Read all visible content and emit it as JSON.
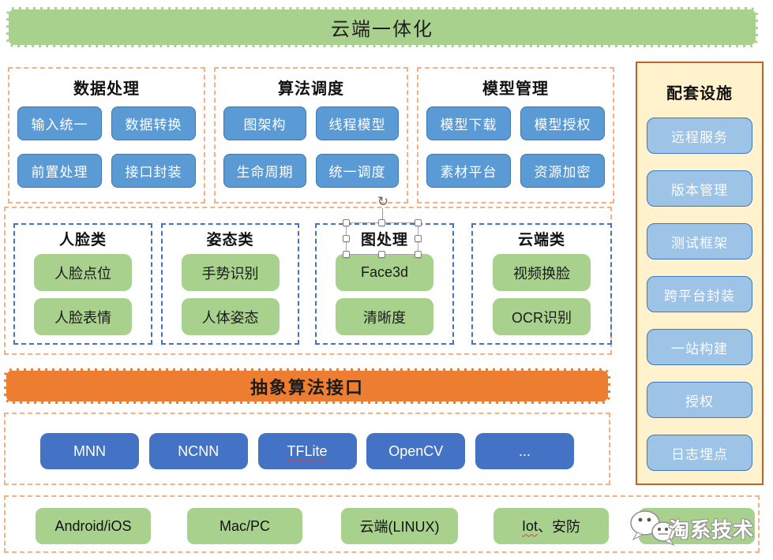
{
  "banner": {
    "label": "云端一体化"
  },
  "top_groups": [
    {
      "title": "数据处理",
      "items": [
        "输入统一",
        "数据转换",
        "前置处理",
        "接口封装"
      ]
    },
    {
      "title": "算法调度",
      "items": [
        "图架构",
        "线程模型",
        "生命周期",
        "统一调度"
      ]
    },
    {
      "title": "模型管理",
      "items": [
        "模型下载",
        "模型授权",
        "素材平台",
        "资源加密"
      ]
    }
  ],
  "sidebar": {
    "title": "配套设施",
    "items": [
      "远程服务",
      "版本管理",
      "测试框架",
      "跨平台封装",
      "一站构建",
      "授权",
      "日志埋点"
    ]
  },
  "algo_groups": [
    {
      "title": "人脸类",
      "items": [
        "人脸点位",
        "人脸表情"
      ],
      "selected": false
    },
    {
      "title": "姿态类",
      "items": [
        "手势识别",
        "人体姿态"
      ],
      "selected": false
    },
    {
      "title": "图处理",
      "items": [
        "Face3d",
        "清晰度"
      ],
      "selected": true
    },
    {
      "title": "云端类",
      "items": [
        "视频换脸",
        "OCR识别"
      ],
      "selected": false
    }
  ],
  "interface_banner": {
    "label": "抽象算法接口"
  },
  "engines": [
    {
      "label": "MNN"
    },
    {
      "label": "NCNN"
    },
    {
      "label": "TFLite",
      "wavy": true
    },
    {
      "label": "OpenCV"
    },
    {
      "label": "..."
    }
  ],
  "platforms": [
    {
      "label": "Android/iOS"
    },
    {
      "label": "Mac/PC"
    },
    {
      "label": "云端(LINUX)"
    },
    {
      "label": "Iot、安防",
      "wavy_part": "Iot"
    }
  ],
  "watermark": {
    "label": "淘系技术",
    "icon": "wechat-bubbles-icon"
  },
  "editor": {
    "rotate_glyph": "↻"
  },
  "colors": {
    "green": "#A9D18E",
    "blue": "#5B9BD5",
    "dark_blue": "#4472C4",
    "light_blue": "#9DC3E6",
    "yellow_bg": "#FFF2CC",
    "orange": "#ED7D31",
    "orange_dash": "#F5B083",
    "blue_dash": "#4472C4",
    "sidebar_border": "#C0622B"
  }
}
